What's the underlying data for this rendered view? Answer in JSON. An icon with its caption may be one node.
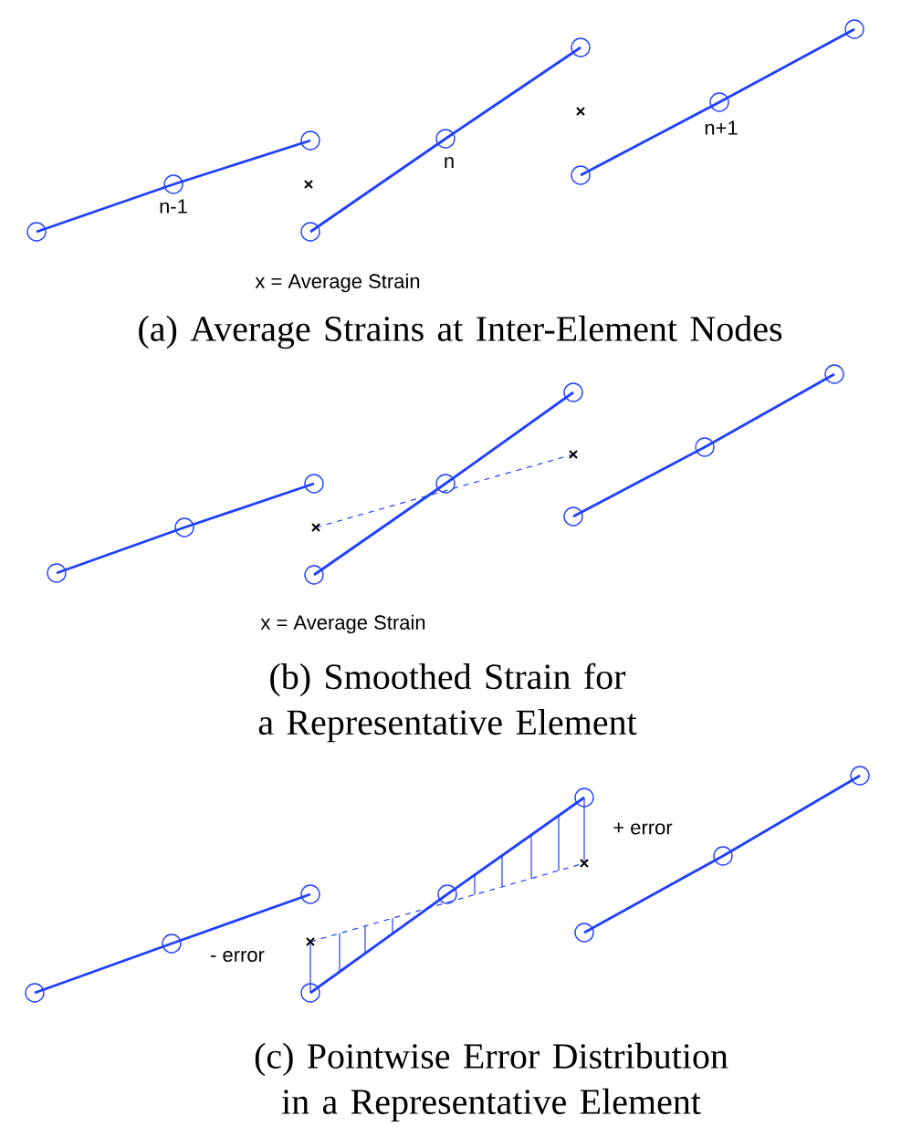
{
  "diagram": {
    "labels": [
      "n-1",
      "n",
      "n+1",
      "x = Average Strain",
      "(a) Average Strains at Inter-Element Nodes",
      "x = Average Strain",
      "(b) Smoothed Strain for a Representative Element",
      "+ error",
      "- error",
      "(c) Pointwise Error Distribution in a Representative Element"
    ]
  }
}
